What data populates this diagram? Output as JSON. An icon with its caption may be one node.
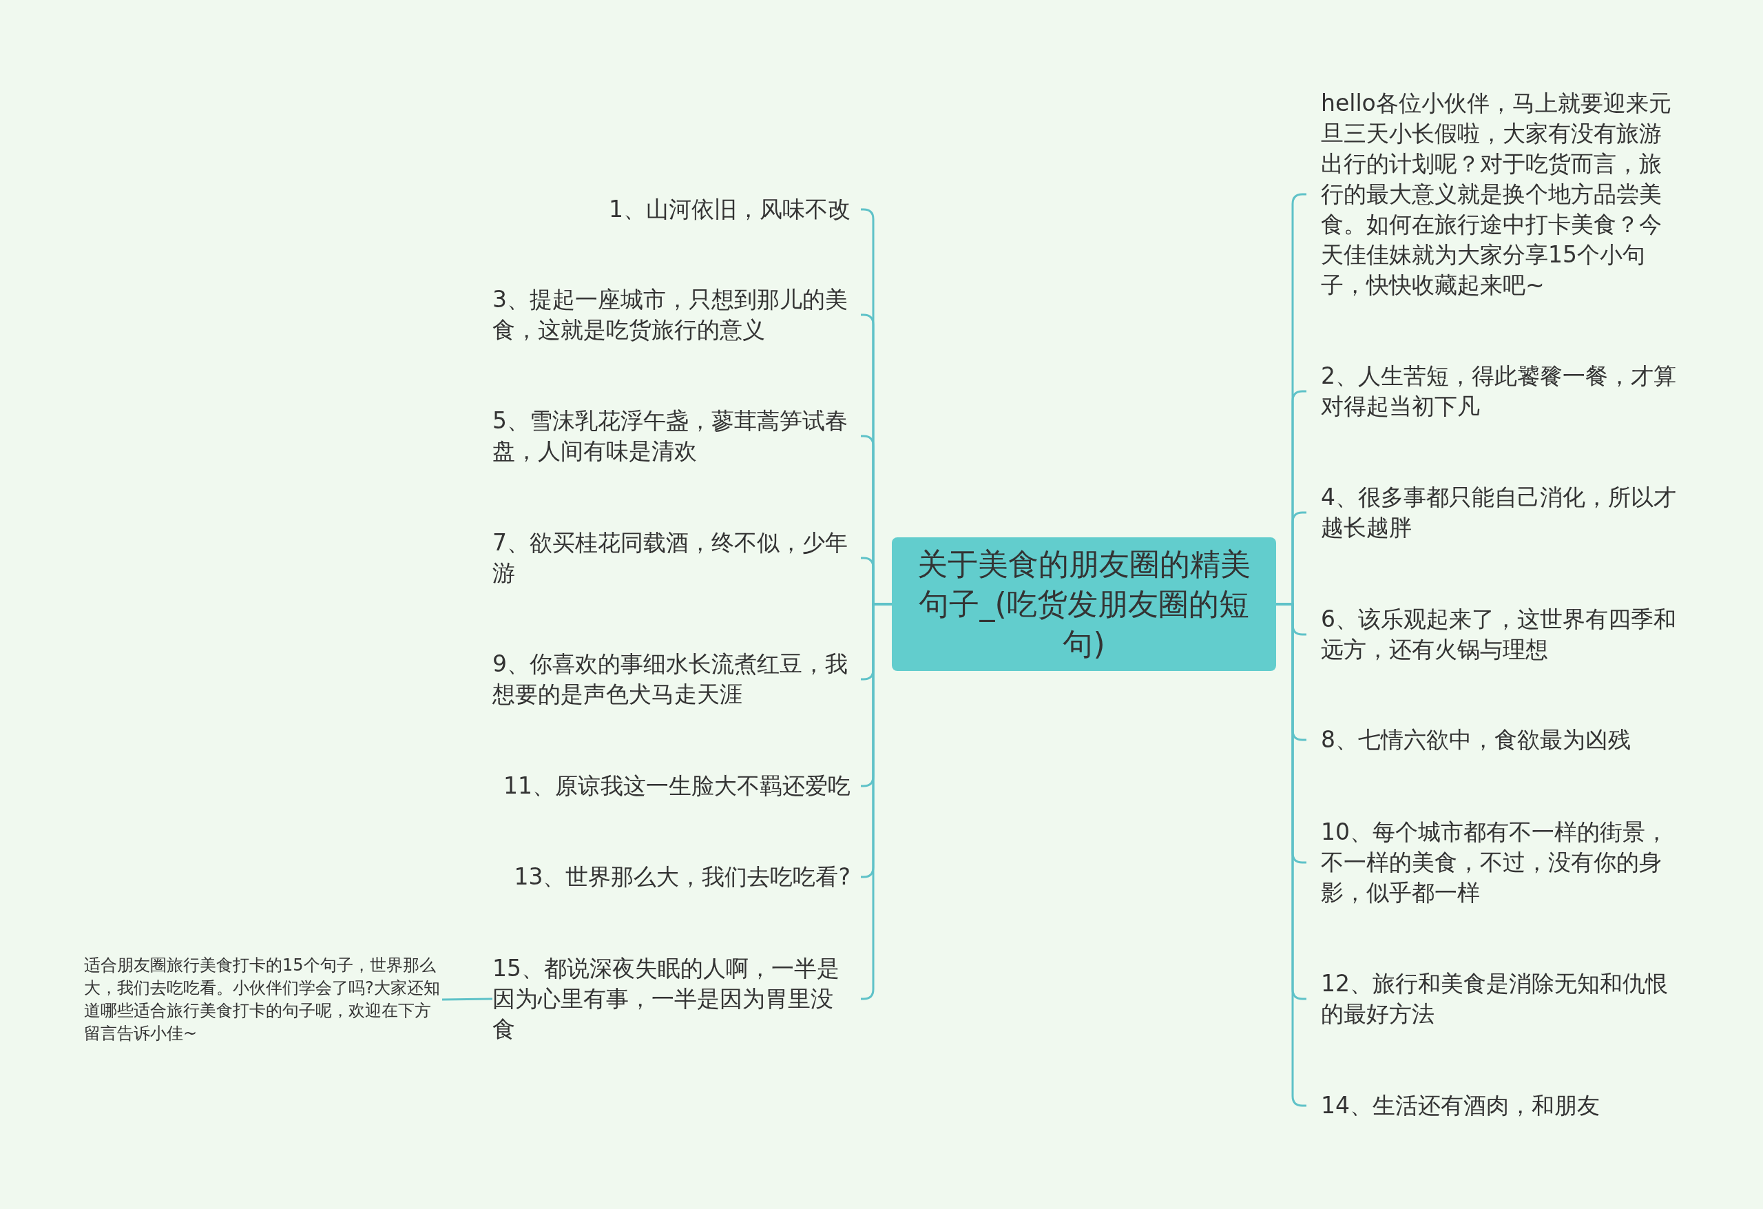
{
  "diagram": {
    "nodes": [
      {
        "text": [
          "关于美食的朋友圈的精美句子_(吃货发朋友圈的短句)"
        ]
      },
      {
        "text": [
          "1、山河依旧，风味不改"
        ]
      },
      {
        "text": [
          "3、提起一座城市，只想到那儿的美食，这就是吃货旅行的意义"
        ]
      },
      {
        "text": [
          "5、雪沫乳花浮午盏，蓼茸蒿笋试春盘，人间有味是清欢"
        ]
      },
      {
        "text": [
          "7、欲买桂花同载酒，终不似，少年游"
        ]
      },
      {
        "text": [
          "9、你喜欢的事细水长流煮红豆，我想要的是声色犬马走天涯"
        ]
      },
      {
        "text": [
          "11、原谅我这一生脸大不羁还爱吃"
        ]
      },
      {
        "text": [
          "13、世界那么大，我们去吃吃看?"
        ]
      },
      {
        "text": [
          "15、都说深夜失眠的人啊，一半是因为心里有事，一半是因为胃里没食"
        ]
      },
      {
        "text": [
          "hello各位小伙伴，马上就要迎来元旦三天小长假啦，大家有没有旅游出行的计划呢？对于吃货而言，旅行的最大意义就是换个地方品尝美食。如何在旅行途中打卡美食？今天佳佳妹就为大家分享15个小句子，快快收藏起来吧~"
        ]
      },
      {
        "text": [
          "2、人生苦短，得此饕餮一餐，才算对得起当初下凡"
        ]
      },
      {
        "text": [
          "4、很多事都只能自己消化，所以才越长越胖"
        ]
      },
      {
        "text": [
          "6、该乐观起来了，这世界有四季和远方，还有火锅与理想"
        ]
      },
      {
        "text": [
          "8、七情六欲中，食欲最为凶残"
        ]
      },
      {
        "text": [
          "10、每个城市都有不一样的街景，不一样的美食，不过，没有你的身影，似乎都一样"
        ]
      },
      {
        "text": [
          "12、旅行和美食是消除无知和仇恨的最好方法"
        ]
      },
      {
        "text": [
          "14、生活还有酒肉，和朋友"
        ]
      },
      {
        "text": [
          "适合朋友圈旅行美食打卡的15个句子，世界那么大，我们去吃吃看。小伙伴们学会了吗?大家还知道哪些适合旅行美食打卡的句子呢，欢迎在下方留言告诉小佳~"
        ]
      }
    ],
    "edges": [
      {
        "from": 0,
        "to": 1,
        "arrow": "none"
      },
      {
        "from": 0,
        "to": 2,
        "arrow": "none"
      },
      {
        "from": 0,
        "to": 3,
        "arrow": "none"
      },
      {
        "from": 0,
        "to": 4,
        "arrow": "none"
      },
      {
        "from": 0,
        "to": 5,
        "arrow": "none"
      },
      {
        "from": 0,
        "to": 6,
        "arrow": "none"
      },
      {
        "from": 0,
        "to": 7,
        "arrow": "none"
      },
      {
        "from": 0,
        "to": 8,
        "arrow": "none"
      },
      {
        "from": 0,
        "to": 9,
        "arrow": "none"
      },
      {
        "from": 0,
        "to": 10,
        "arrow": "none"
      },
      {
        "from": 0,
        "to": 11,
        "arrow": "none"
      },
      {
        "from": 0,
        "to": 12,
        "arrow": "none"
      },
      {
        "from": 0,
        "to": 13,
        "arrow": "none"
      },
      {
        "from": 0,
        "to": 14,
        "arrow": "none"
      },
      {
        "from": 0,
        "to": 15,
        "arrow": "none"
      },
      {
        "from": 0,
        "to": 16,
        "arrow": "none"
      },
      {
        "from": 8,
        "to": 17,
        "arrow": "none"
      }
    ]
  }
}
